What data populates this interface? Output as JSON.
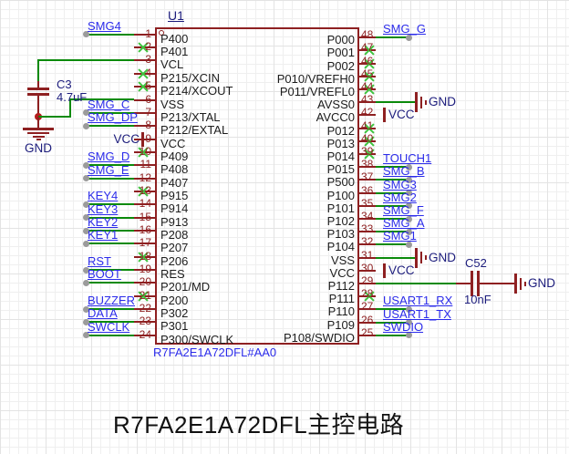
{
  "canvas": {
    "title": "R7FA2E1A72DFL主控电路"
  },
  "colors": {
    "symbol": "#8e2021",
    "wire": "#0b8a0b",
    "no_connect": "#3ec43e",
    "net_label": "#2b2bea",
    "flag_text": "#1c1c7c",
    "pin_name": "#1c1c1c",
    "pin_number": "#8e2021",
    "endpoint_dot": "#9b9b9b",
    "junction_dot": "#b51d1d",
    "title_text": "#111111",
    "grid_minor": "#efefef",
    "grid_major": "#e3e3e3",
    "canvas_bg": "#ffffff"
  },
  "power_flags": {
    "gnd": "GND",
    "vcc": "VCC"
  },
  "capacitors": [
    {
      "ref": "C3",
      "value": "4.7uF"
    },
    {
      "ref": "C52",
      "value": "10nF"
    }
  ],
  "chip": {
    "refdes": "U1",
    "part_number": "R7FA2E1A72DFL#AA0",
    "left_pins": [
      {
        "num": "1",
        "name": "P400",
        "conn": "net",
        "net": "SMG4"
      },
      {
        "num": "2",
        "name": "P401",
        "conn": "nc"
      },
      {
        "num": "3",
        "name": "VCL",
        "conn": "c3_top"
      },
      {
        "num": "4",
        "name": "P215/XCIN",
        "conn": "nc"
      },
      {
        "num": "5",
        "name": "P214/XCOUT",
        "conn": "nc"
      },
      {
        "num": "6",
        "name": "VSS",
        "conn": "c3_bottom"
      },
      {
        "num": "7",
        "name": "P213/XTAL",
        "conn": "net",
        "net": "SMG_C"
      },
      {
        "num": "8",
        "name": "P212/EXTAL",
        "conn": "net",
        "net": "SMG_DP"
      },
      {
        "num": "9",
        "name": "VCC",
        "conn": "vcc"
      },
      {
        "num": "10",
        "name": "P409",
        "conn": "nc"
      },
      {
        "num": "11",
        "name": "P408",
        "conn": "net",
        "net": "SMG_D"
      },
      {
        "num": "12",
        "name": "P407",
        "conn": "net",
        "net": "SMG_E"
      },
      {
        "num": "13",
        "name": "P915",
        "conn": "nc"
      },
      {
        "num": "14",
        "name": "P914",
        "conn": "net",
        "net": "KEY4"
      },
      {
        "num": "15",
        "name": "P913",
        "conn": "net",
        "net": "KEY3"
      },
      {
        "num": "16",
        "name": "P208",
        "conn": "net",
        "net": "KEY2"
      },
      {
        "num": "17",
        "name": "P207",
        "conn": "net",
        "net": "KEY1"
      },
      {
        "num": "18",
        "name": "P206",
        "conn": "nc"
      },
      {
        "num": "19",
        "name": "RES",
        "conn": "net",
        "net": "RST"
      },
      {
        "num": "20",
        "name": "P201/MD",
        "conn": "net",
        "net": "BOOT"
      },
      {
        "num": "21",
        "name": "P200",
        "conn": "nc"
      },
      {
        "num": "22",
        "name": "P302",
        "conn": "net",
        "net": "BUZZER"
      },
      {
        "num": "23",
        "name": "P301",
        "conn": "net",
        "net": "DATA"
      },
      {
        "num": "24",
        "name": "P300/SWCLK",
        "conn": "net",
        "net": "SWCLK"
      }
    ],
    "right_pins": [
      {
        "num": "48",
        "name": "P000",
        "conn": "net",
        "net": "SMG_G"
      },
      {
        "num": "47",
        "name": "P001",
        "conn": "nc"
      },
      {
        "num": "46",
        "name": "P002",
        "conn": "nc"
      },
      {
        "num": "45",
        "name": "P010/VREFH0",
        "conn": "nc"
      },
      {
        "num": "44",
        "name": "P011/VREFL0",
        "conn": "nc"
      },
      {
        "num": "43",
        "name": "AVSS0",
        "conn": "gnd"
      },
      {
        "num": "42",
        "name": "AVCC0",
        "conn": "vcc"
      },
      {
        "num": "41",
        "name": "P012",
        "conn": "nc"
      },
      {
        "num": "40",
        "name": "P013",
        "conn": "nc"
      },
      {
        "num": "39",
        "name": "P014",
        "conn": "nc"
      },
      {
        "num": "38",
        "name": "P015",
        "conn": "net",
        "net": "TOUCH1"
      },
      {
        "num": "37",
        "name": "P500",
        "conn": "net",
        "net": "SMG_B"
      },
      {
        "num": "36",
        "name": "P100",
        "conn": "net",
        "net": "SMG3"
      },
      {
        "num": "35",
        "name": "P101",
        "conn": "net",
        "net": "SMG2"
      },
      {
        "num": "34",
        "name": "P102",
        "conn": "net",
        "net": "SMG_F"
      },
      {
        "num": "33",
        "name": "P103",
        "conn": "net",
        "net": "SMG_A"
      },
      {
        "num": "32",
        "name": "P104",
        "conn": "net",
        "net": "SMG1"
      },
      {
        "num": "31",
        "name": "VSS",
        "conn": "gnd"
      },
      {
        "num": "30",
        "name": "VCC",
        "conn": "vcc"
      },
      {
        "num": "29",
        "name": "P112",
        "conn": "c52"
      },
      {
        "num": "28",
        "name": "P111",
        "conn": "nc"
      },
      {
        "num": "27",
        "name": "P110",
        "conn": "net",
        "net": "USART1_RX"
      },
      {
        "num": "26",
        "name": "P109",
        "conn": "net",
        "net": "USART1_TX"
      },
      {
        "num": "25",
        "name": "P108/SWDIO",
        "conn": "net",
        "net": "SWDIO"
      }
    ]
  }
}
